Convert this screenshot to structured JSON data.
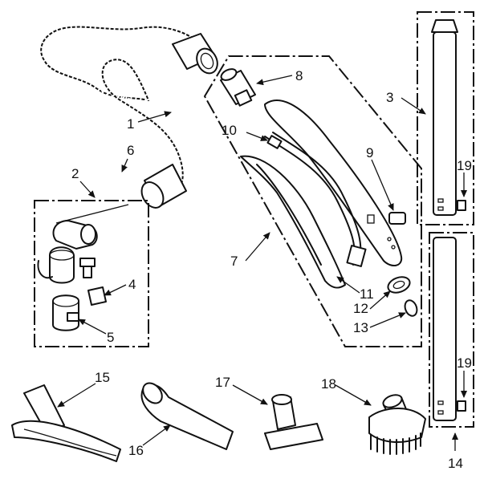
{
  "labels": {
    "part_1": "1",
    "part_2": "2",
    "part_3": "3",
    "part_4": "4",
    "part_5": "5",
    "part_6": "6",
    "part_7": "7",
    "part_8": "8",
    "part_9": "9",
    "part_10": "10",
    "part_11": "11",
    "part_12": "12",
    "part_13": "13",
    "part_14": "14",
    "part_15": "15",
    "part_16": "16",
    "part_17": "17",
    "part_18": "18",
    "part_19_upper": "19",
    "part_19_lower": "19"
  }
}
